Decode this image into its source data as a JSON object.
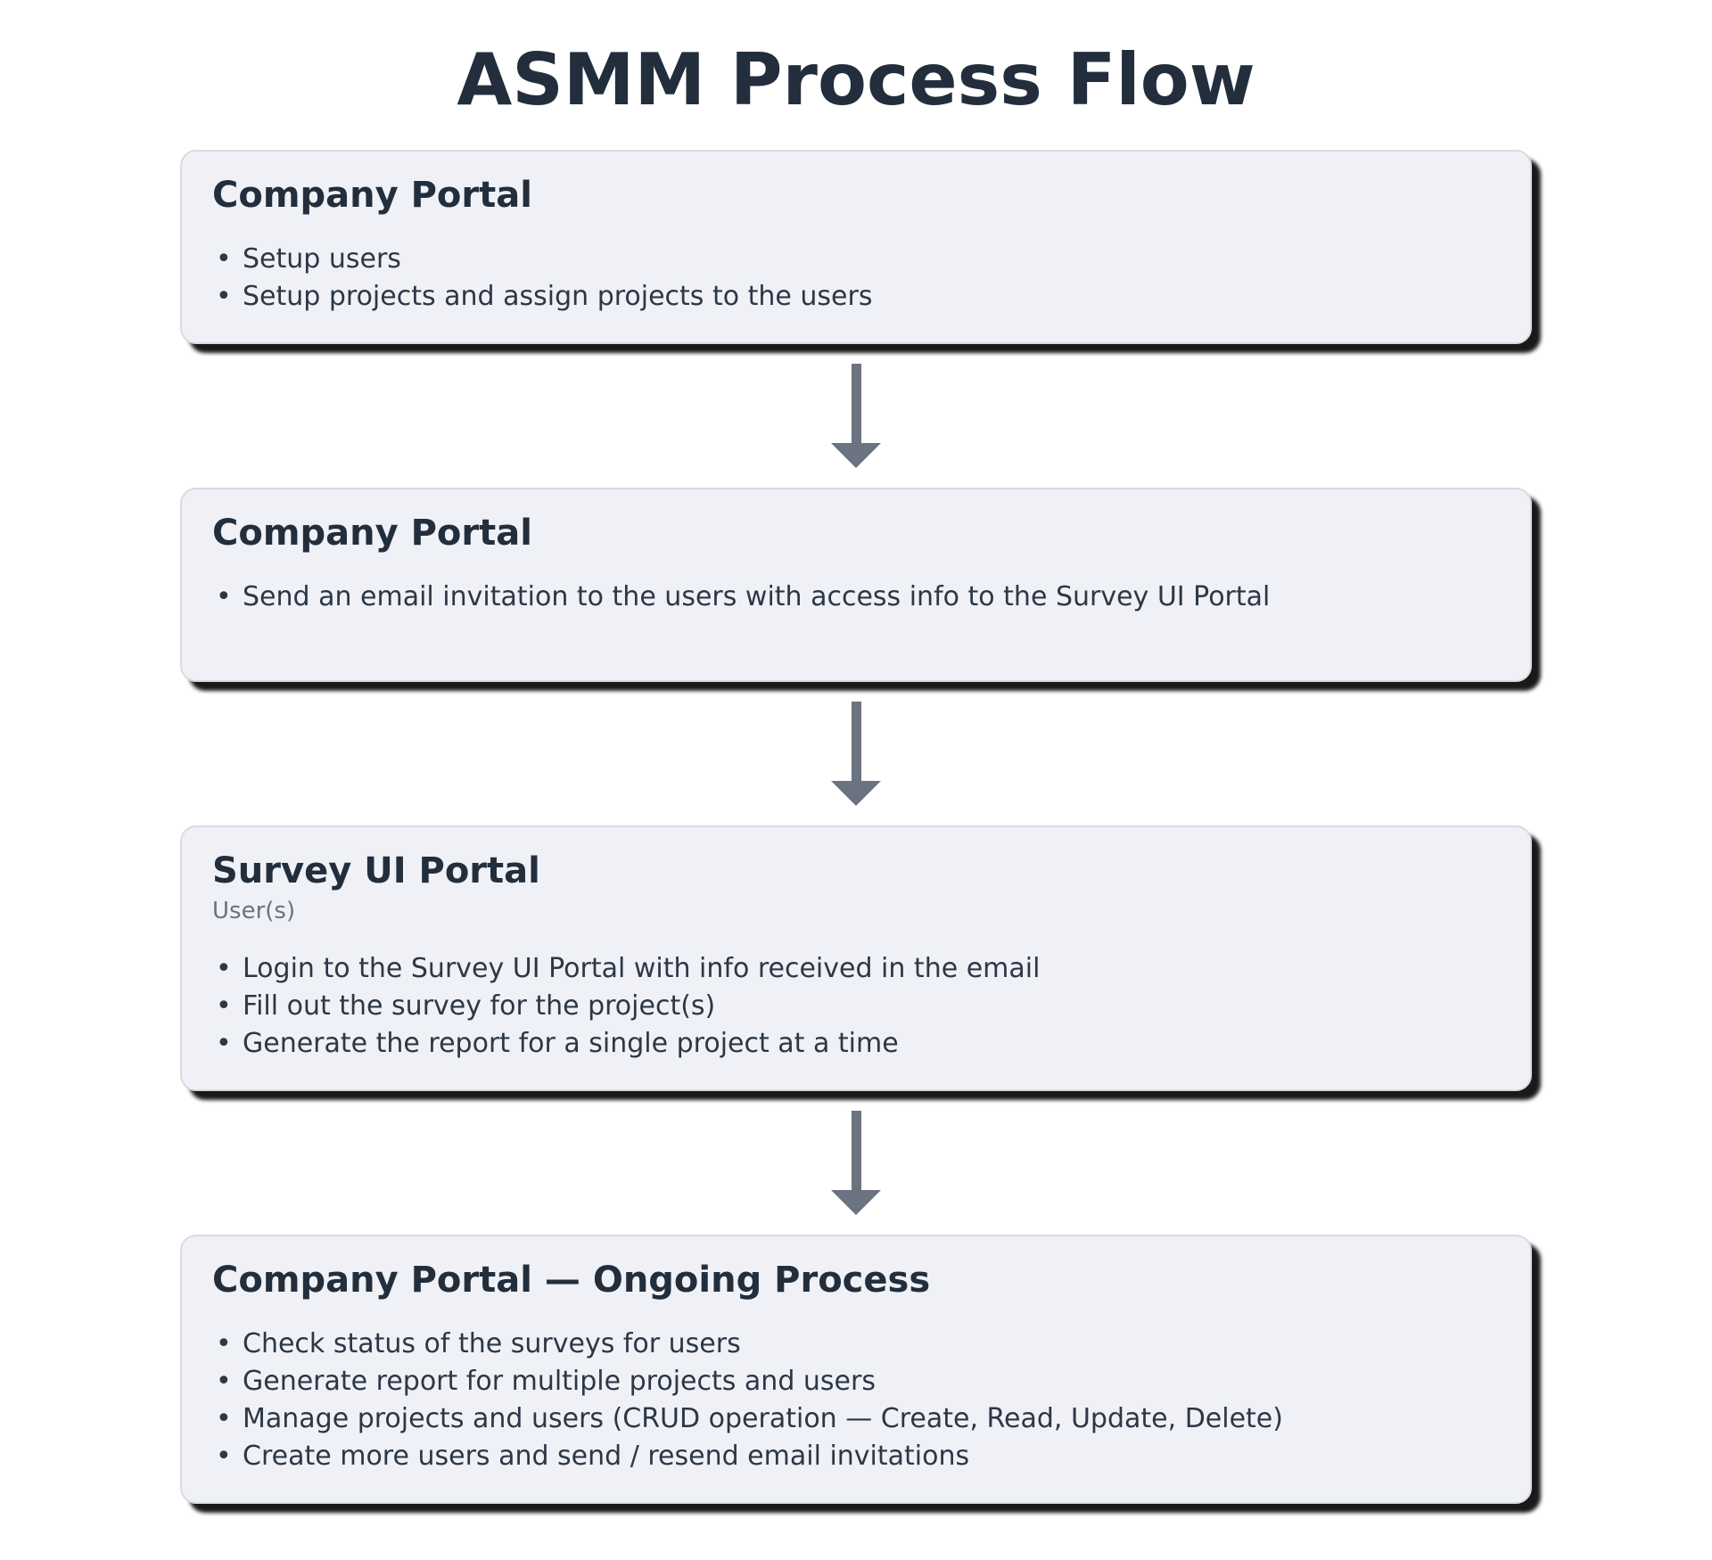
{
  "title": "ASMM Process Flow",
  "colors": {
    "page_background": "#ffffff",
    "card_background": "#eff1f6",
    "card_border": "#d8dbe0",
    "card_shadow": "#000000",
    "heading_text": "#232e3d",
    "body_text": "#2c3747",
    "subtitle_text": "#6b7280",
    "arrow": "#6b7280"
  },
  "flow": {
    "boxes": [
      {
        "heading": "Company Portal",
        "bullets": [
          "Setup users",
          "Setup projects and assign projects to the users"
        ]
      },
      {
        "heading": "Company Portal",
        "bullets": [
          "Send an email invitation to the users with access info to the Survey UI Portal"
        ]
      },
      {
        "heading": "Survey UI Portal",
        "subtitle": "User(s)",
        "bullets": [
          "Login to the Survey UI Portal with info received in the email",
          "Fill out the survey for the project(s)",
          "Generate the report for a single project at a time"
        ]
      },
      {
        "heading": "Company Portal — Ongoing Process",
        "bullets": [
          "Check status of the surveys for users",
          "Generate report for multiple projects and users",
          "Manage projects and users (CRUD operation — Create, Read, Update, Delete)",
          "Create more users and send / resend email invitations"
        ]
      }
    ]
  }
}
